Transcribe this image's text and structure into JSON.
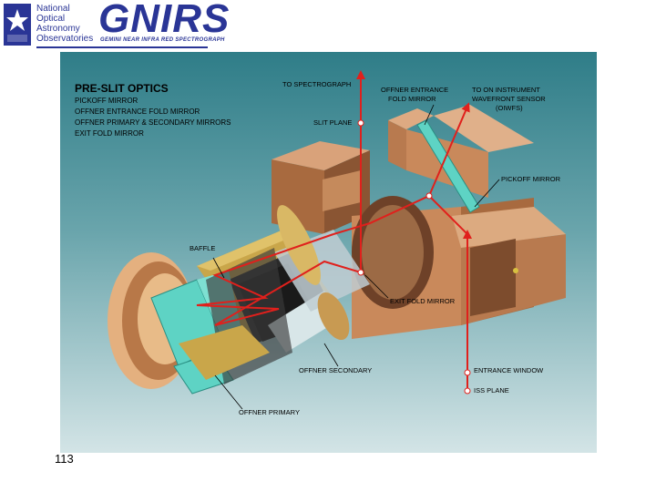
{
  "header": {
    "org_lines": [
      "National",
      "Optical",
      "Astronomy",
      "Observatories"
    ],
    "title": "GNIRS",
    "subtitle": "GEMINI NEAR INFRA RED SPECTROGRAPH"
  },
  "diagram": {
    "heading": "PRE-SLIT OPTICS",
    "components": [
      "PICKOFF MIRROR",
      "OFFNER ENTRANCE FOLD MIRROR",
      "OFFNER PRIMARY & SECONDARY MIRRORS",
      "EXIT FOLD MIRROR"
    ],
    "labels": {
      "to_spectrograph": "TO SPECTROGRAPH",
      "slit_plane": "SLIT PLANE",
      "offner_fold_1": "OFFNER ENTRANCE",
      "offner_fold_2": "FOLD MIRROR",
      "oiwfs_1": "TO ON INSTRUMENT",
      "oiwfs_2": "WAVEFRONT SENSOR",
      "oiwfs_3": "(OIWFS)",
      "pickoff": "PICKOFF MIRROR",
      "baffle": "BAFFLE",
      "exit_fold": "EXIT FOLD MIRROR",
      "entrance_window": "ENTRANCE WINDOW",
      "iss_plane": "ISS PLANE",
      "offner_secondary": "OFFNER SECONDARY",
      "offner_primary": "OFFNER PRIMARY"
    },
    "colors": {
      "background_top": "#2f7d88",
      "background_bottom": "#d3e4e6",
      "housing": "#c9895b",
      "housing_dark": "#8a5533",
      "optics": "#5ed3c4",
      "tube": "#c9a64a",
      "beam": "#e0201c"
    }
  },
  "page_number": "113"
}
